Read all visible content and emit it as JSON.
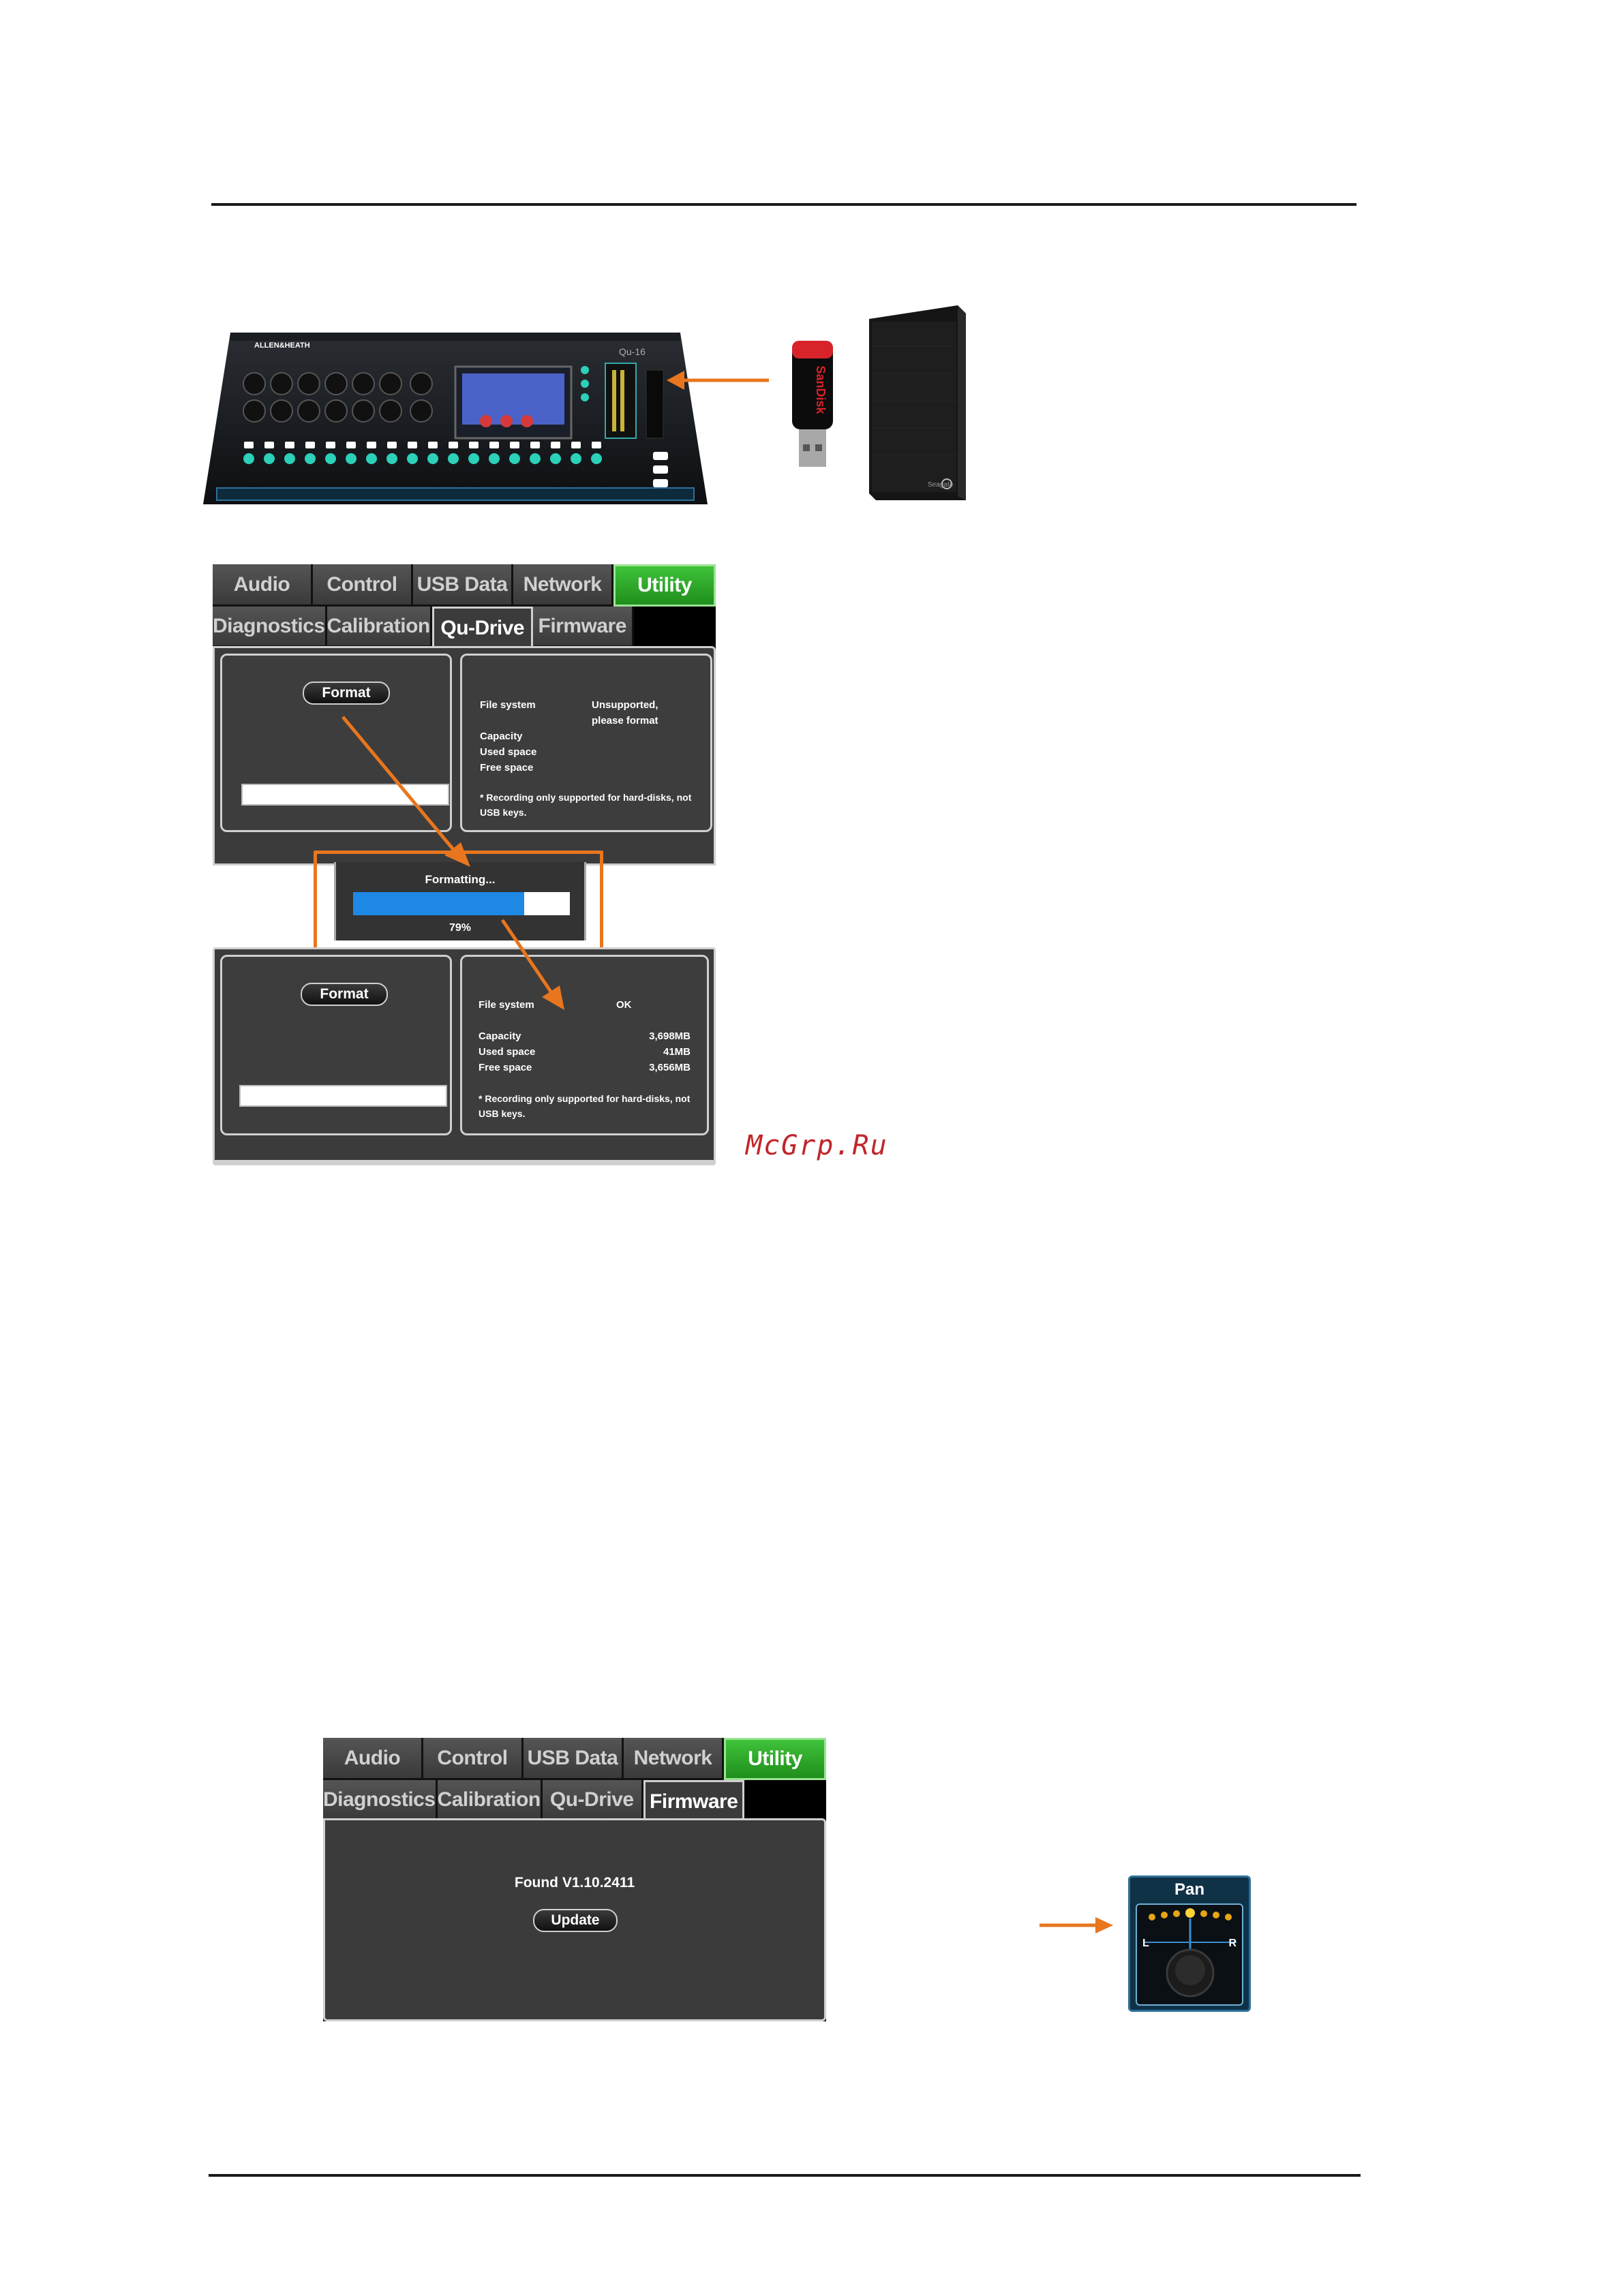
{
  "colors": {
    "accent_orange": "#e8761e",
    "utility_green": "#2aa828",
    "progress_blue": "#1e88e5"
  },
  "hardware": {
    "brand_label": "ALLEN&HEATH",
    "model_label": "Qu-16",
    "usb_key_brand": "SanDisk",
    "hdd_brand": "Seagate"
  },
  "qudrive_screen": {
    "tabs": [
      "Audio",
      "Control",
      "USB Data",
      "Network",
      "Utility"
    ],
    "subtabs": [
      "Diagnostics",
      "Calibration",
      "Qu-Drive",
      "Firmware"
    ],
    "format_button": "Format",
    "info_before": {
      "file_system_label": "File system",
      "file_system_value_line1": "Unsupported,",
      "file_system_value_line2": "please format",
      "capacity_label": "Capacity",
      "used_label": "Used space",
      "free_label": "Free space",
      "note_line1": "* Recording only supported for hard-disks, not",
      "note_line2": "USB keys."
    },
    "progress": {
      "title": "Formatting...",
      "percent_label": "79%",
      "fraction": 0.79
    },
    "info_after": {
      "file_system_label": "File system",
      "file_system_value": "OK",
      "capacity_label": "Capacity",
      "capacity_value": "3,698MB",
      "used_label": "Used space",
      "used_value": "41MB",
      "free_label": "Free space",
      "free_value": "3,656MB",
      "note_line1": "* Recording only supported for hard-disks, not",
      "note_line2": "USB keys."
    }
  },
  "watermark": "McGrp.Ru",
  "firmware_screen": {
    "tabs": [
      "Audio",
      "Control",
      "USB Data",
      "Network",
      "Utility"
    ],
    "subtabs": [
      "Diagnostics",
      "Calibration",
      "Qu-Drive",
      "Firmware"
    ],
    "found_text": "Found V1.10.2411",
    "update_button": "Update"
  },
  "pan_widget": {
    "title": "Pan",
    "left": "L",
    "right": "R"
  }
}
